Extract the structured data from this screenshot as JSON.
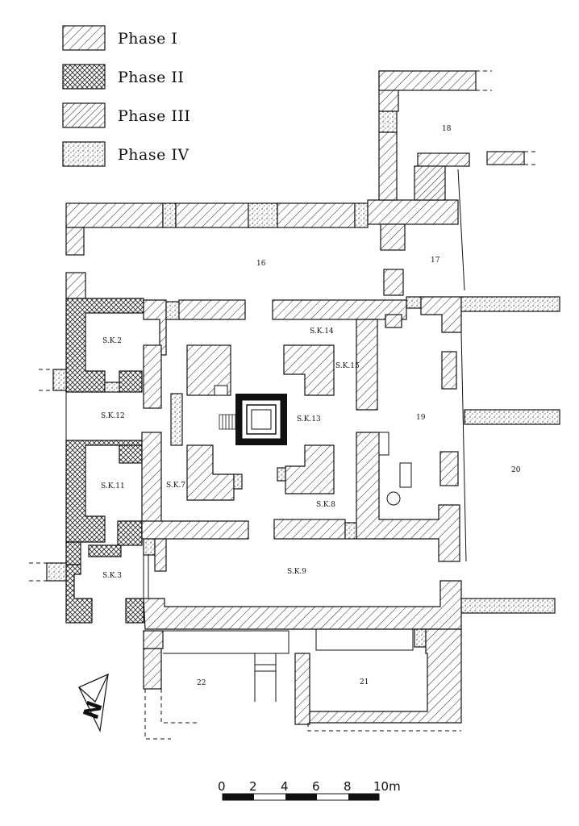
{
  "legend": [
    {
      "label": "Phase  I",
      "pattern": "diagonal-hatch"
    },
    {
      "label": "Phase  II",
      "pattern": "cross-hatch"
    },
    {
      "label": "Phase  III",
      "pattern": "diagonal-hatch-dense"
    },
    {
      "label": "Phase  IV",
      "pattern": "stipple"
    }
  ],
  "rooms": {
    "r16": "16",
    "r17": "17",
    "r18": "18",
    "r19": "19",
    "r20": "20",
    "r21": "21",
    "r22": "22",
    "sk2": "S.K.2",
    "sk3": "S.K.3",
    "sk7": "S.K.7",
    "sk8": "S.K.8",
    "sk9": "S.K.9",
    "sk11": "S.K.11",
    "sk12": "S.K.12",
    "sk13": "S.K.13",
    "sk14": "S.K.14",
    "sk15": "S.K.15"
  },
  "scale": {
    "ticks": [
      "0",
      "2",
      "4",
      "6",
      "8",
      "10m"
    ]
  },
  "north_arrow": {
    "letter": "N"
  },
  "colors": {
    "ink": "#111111",
    "paper": "#ffffff"
  }
}
